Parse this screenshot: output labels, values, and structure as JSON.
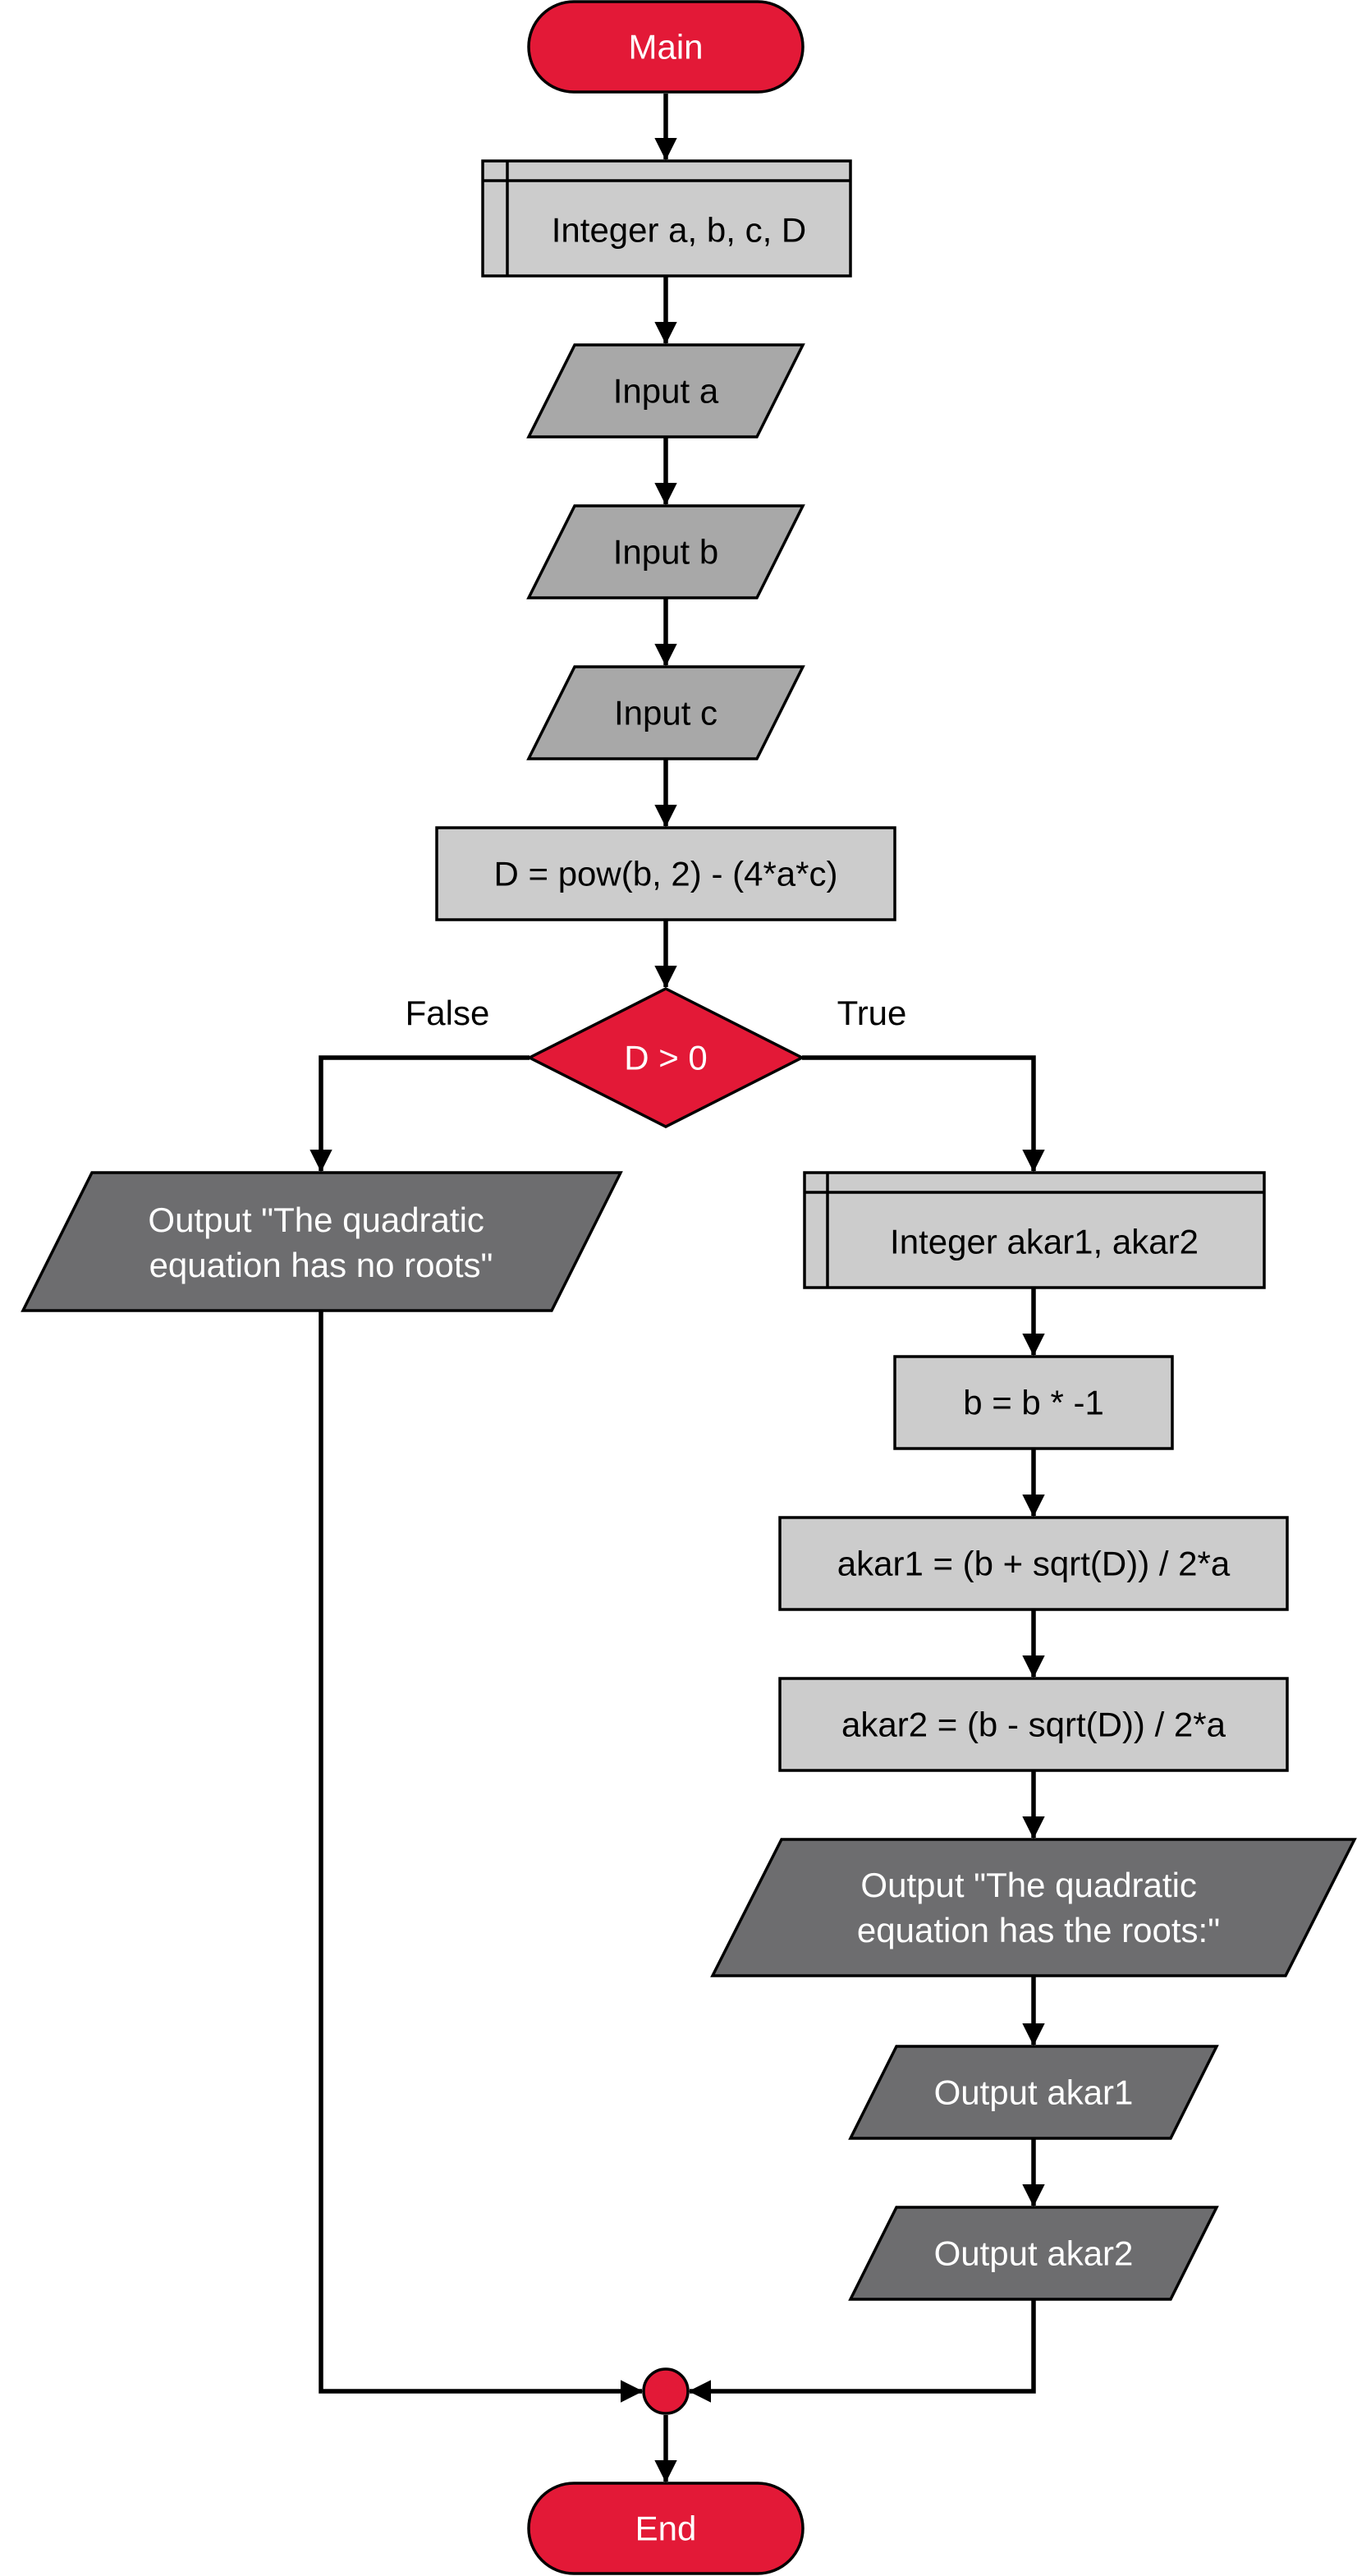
{
  "colors": {
    "terminator": "#e31937",
    "decision": "#e31937",
    "connector": "#e31937",
    "process": "#cccccc",
    "declare": "#cccccc",
    "input": "#a8a8a8",
    "output": "#6d6d6f",
    "line": "#000000"
  },
  "nodes": {
    "main": {
      "label": "Main",
      "shape": "terminator"
    },
    "declare_abcd": {
      "label": "Integer a, b, c, D",
      "shape": "declare"
    },
    "input_a": {
      "label": "Input a",
      "shape": "input"
    },
    "input_b": {
      "label": "Input b",
      "shape": "input"
    },
    "input_c": {
      "label": "Input c",
      "shape": "input"
    },
    "assign_d": {
      "label": "D = pow(b, 2) - (4*a*c)",
      "shape": "process"
    },
    "decision_d": {
      "label": "D > 0",
      "shape": "decision"
    },
    "output_no_roots": {
      "lines": [
        "Output \"The quadratic",
        "equation has no roots\""
      ],
      "shape": "output"
    },
    "declare_akar": {
      "label": "Integer akar1, akar2",
      "shape": "declare"
    },
    "assign_b": {
      "label": "b = b * -1",
      "shape": "process"
    },
    "assign_akar1": {
      "label": "akar1 = (b + sqrt(D)) / 2*a",
      "shape": "process"
    },
    "assign_akar2": {
      "label": "akar2 = (b - sqrt(D)) / 2*a",
      "shape": "process"
    },
    "output_has_roots": {
      "lines": [
        "Output \"The quadratic",
        "equation has the roots:\""
      ],
      "shape": "output"
    },
    "output_akar1": {
      "label": "Output akar1",
      "shape": "output"
    },
    "output_akar2": {
      "label": "Output akar2",
      "shape": "output"
    },
    "end": {
      "label": "End",
      "shape": "terminator"
    }
  },
  "edges": {
    "false_label": "False",
    "true_label": "True"
  }
}
